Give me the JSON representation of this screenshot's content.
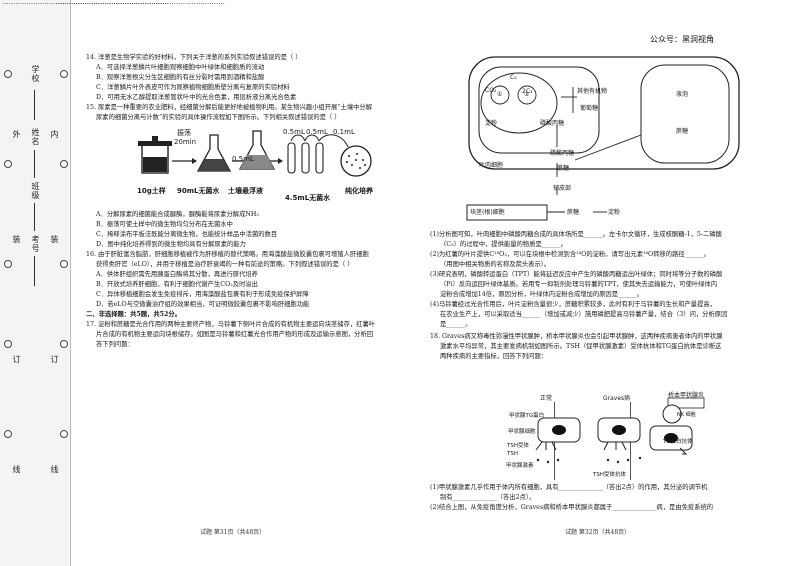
{
  "sidebar": {
    "dots": "···········································································",
    "school_label": "学校",
    "name_label": "姓名",
    "class_label": "班级",
    "examno_label": "考号",
    "outer": "外",
    "inner": "内",
    "zhuang": "装",
    "ding": "订",
    "xian": "线"
  },
  "header": {
    "corner_text": "公众号：黑洞视角"
  },
  "left": {
    "q14": {
      "stem": "14.  洋葱是生物学实验的好材料，下列关于洋葱的系列实验叙述错误的是（    ）",
      "options": [
        "A．可选择洋葱鳞片叶细胞观察细胞中叶绿体和细胞质的流动",
        "B．观察洋葱根尖分生区细胞的有丝分裂时需用到酒精和盐酸",
        "C．洋葱鳞片叶外表皮可作为观察植物细胞质壁分离与复原的实验材料",
        "D．可用无水乙醇提取洋葱管状叶中的光合色素，用层析液分离光合色素"
      ]
    },
    "q15": {
      "stem1": "15.  尿素是一种重要的农业肥料，经细菌分解后能更好地被植物利用。某生物兴趣小组开展“土壤中分解",
      "stem2": "尿素的细菌分离与计数”的实验的具体操作流程如下图所示。下列相关叙述错误的是（    ）",
      "figure": {
        "soil_label": "10g土样",
        "water_label": "90mL无菌水",
        "suspension_label": "土壤悬浮液",
        "shake_label": "振荡",
        "time_label": "20min",
        "vol_a": "0.5mL",
        "vol_b": "0.5mL",
        "vol_c": "0.5mL",
        "vol_d": "0.1mL",
        "tubes_label": "4.5mL无菌水",
        "culture_label": "纯化培养"
      },
      "options": [
        "A．分解尿素的细菌能合成脲酶，脲酶能将尿素分解成NH₃",
        "B．振荡可使土样中的微生物均匀分布在无菌水中",
        "C．稀释涂布平板法既能分离微生物，也能统计样品中活菌的数目",
        "D．图中纯化培养得到的微生物均具有分解尿素的能力"
      ]
    },
    "q16": {
      "stem1": "16.  由于肝脏富含脂肪，肝细胞移植被作为肝移植的替代策略。用海藻酸盐微胶囊包裹可增殖人肝细胞",
      "stem2": "获得类肝官（eLO），并用于移植是治疗肝衰竭的一种有前途的策略。下列叙述错误的是（    ）",
      "options": [
        "A．供体肝组织需先用胰蛋白酶将其分散，再进行原代培养",
        "B．开放式培养肝细胞，有利于细胞代谢产生CO₂及时溢出",
        "C．异体移植细胞会发生免疫排斥，用海藻酸盐包裹有利于形成免疫保护屏障",
        "D．若eLO与空微囊治疗组的效果相当，可证明微胶囊包裹不影响肝细胞功能"
      ]
    },
    "section2": "二、非选择题：共5题，共52分。",
    "q17": [
      "17.  淀粉和蔗糖是光合作用的两种主要终产物，马铃薯下侧叶片合成的有机物主要运向块茎储存，红薯叶",
      "片合成的有机物主要运向块根储存。如图是马铃薯和红薯光合作用产物的形成及运输示意图，分析回",
      "答下列问题："
    ],
    "footer": "试题  第31页（共48页）"
  },
  "right": {
    "diagram": {
      "co2": "CO₂",
      "c5": "C₅",
      "c3": "2C₃",
      "circle1": "①",
      "circle2": "②",
      "organic": "其他有机物",
      "glucose": "葡萄糖",
      "triose": "磷酸丙糖",
      "starch_left": "淀粉",
      "triose2": "磷酸丙糖",
      "sucrose": "蔗糖",
      "mesophyll": "叶肉细胞",
      "vacuole": "液泡",
      "sucrose_vac": "蔗糖",
      "sieve": "韧皮部",
      "tuber": "块茎(根)细胞",
      "sucrose2": "蔗糖",
      "starch2": "淀粉"
    },
    "q17_parts": [
      "(1)分析图可知，叶肉细胞中磷酸丙糖合成的具体场所是______。左卡尔文循环，生成核酮糖-1，5-二磷酸",
      "（C₅）的过程中，提供能量的物质是______。",
      "(2)为红薯的叶片提供C¹⁸O₂，可以在块根中检测到含¹⁸O的淀粉。请写出元素¹⁸O转移的路径______。",
      "（用图中相关物质的名称及箭头表示）。",
      "(3)研究表明，磷酸转运蛋白（TPT）能将延迟反应中产生的磷酸丙糖运出叶绿体；同时将等分子数的磷酸",
      "（Pi）反向运回叶绿体基质。若用专一抑制剂处理马铃薯的TPT，使其失去运输能力，可使叶绿体内",
      "淀粉合成增加14倍，原因分析，叶绿体内淀粉合成增加的原因是______。",
      "(4)马铃薯经过光合作用后，叶片淀粉含量很少，蔗糖积累较多，此时有利于马铃薯的生长和产量提高，",
      "在农业生产上，可以采取适当______（增加或减少）施用磷肥提高马铃薯产量，结合（3）问，分析原因",
      "是______。"
    ],
    "q18": [
      "18.  Graves病又称毒性弥漫性甲状腺肿，桥本甲状腺炎也会引起甲状腺肿，这两种疾病患者体内的甲状腺",
      "激素水平均异常，其主要发病机制如图所示。TSH（促甲状腺激素）受体抗体和TG蛋白抗体是诊断这",
      "两种疾病的主要指标，回答下列问题："
    ],
    "fig18": {
      "normal": "正常",
      "graves": "Graves病",
      "hashimoto": "桥本甲状腺炎",
      "tg_protein": "甲状腺TG蛋白",
      "thyroid_cell": "甲状腺细胞",
      "tsh_receptor": "TSH受体",
      "tsh": "TSH",
      "thyroid_hormone": "甲状腺激素",
      "tsh_antibody": "TSH受体抗体",
      "tg_antibody": "TG蛋白抗体",
      "nk": "NK 细胞"
    },
    "q18_parts": [
      "(1)甲状腺激素几乎作用于体内所有细胞，具有______________（答出2点）的作用，其分泌的调节机",
      "制有______________（答出2点）。",
      "(2)结合上图，从免疫角度分析，Graves病和桥本甲状腺炎都属于______________病，是由免疫系统的"
    ],
    "footer": "试题  第32页（共48页）"
  }
}
